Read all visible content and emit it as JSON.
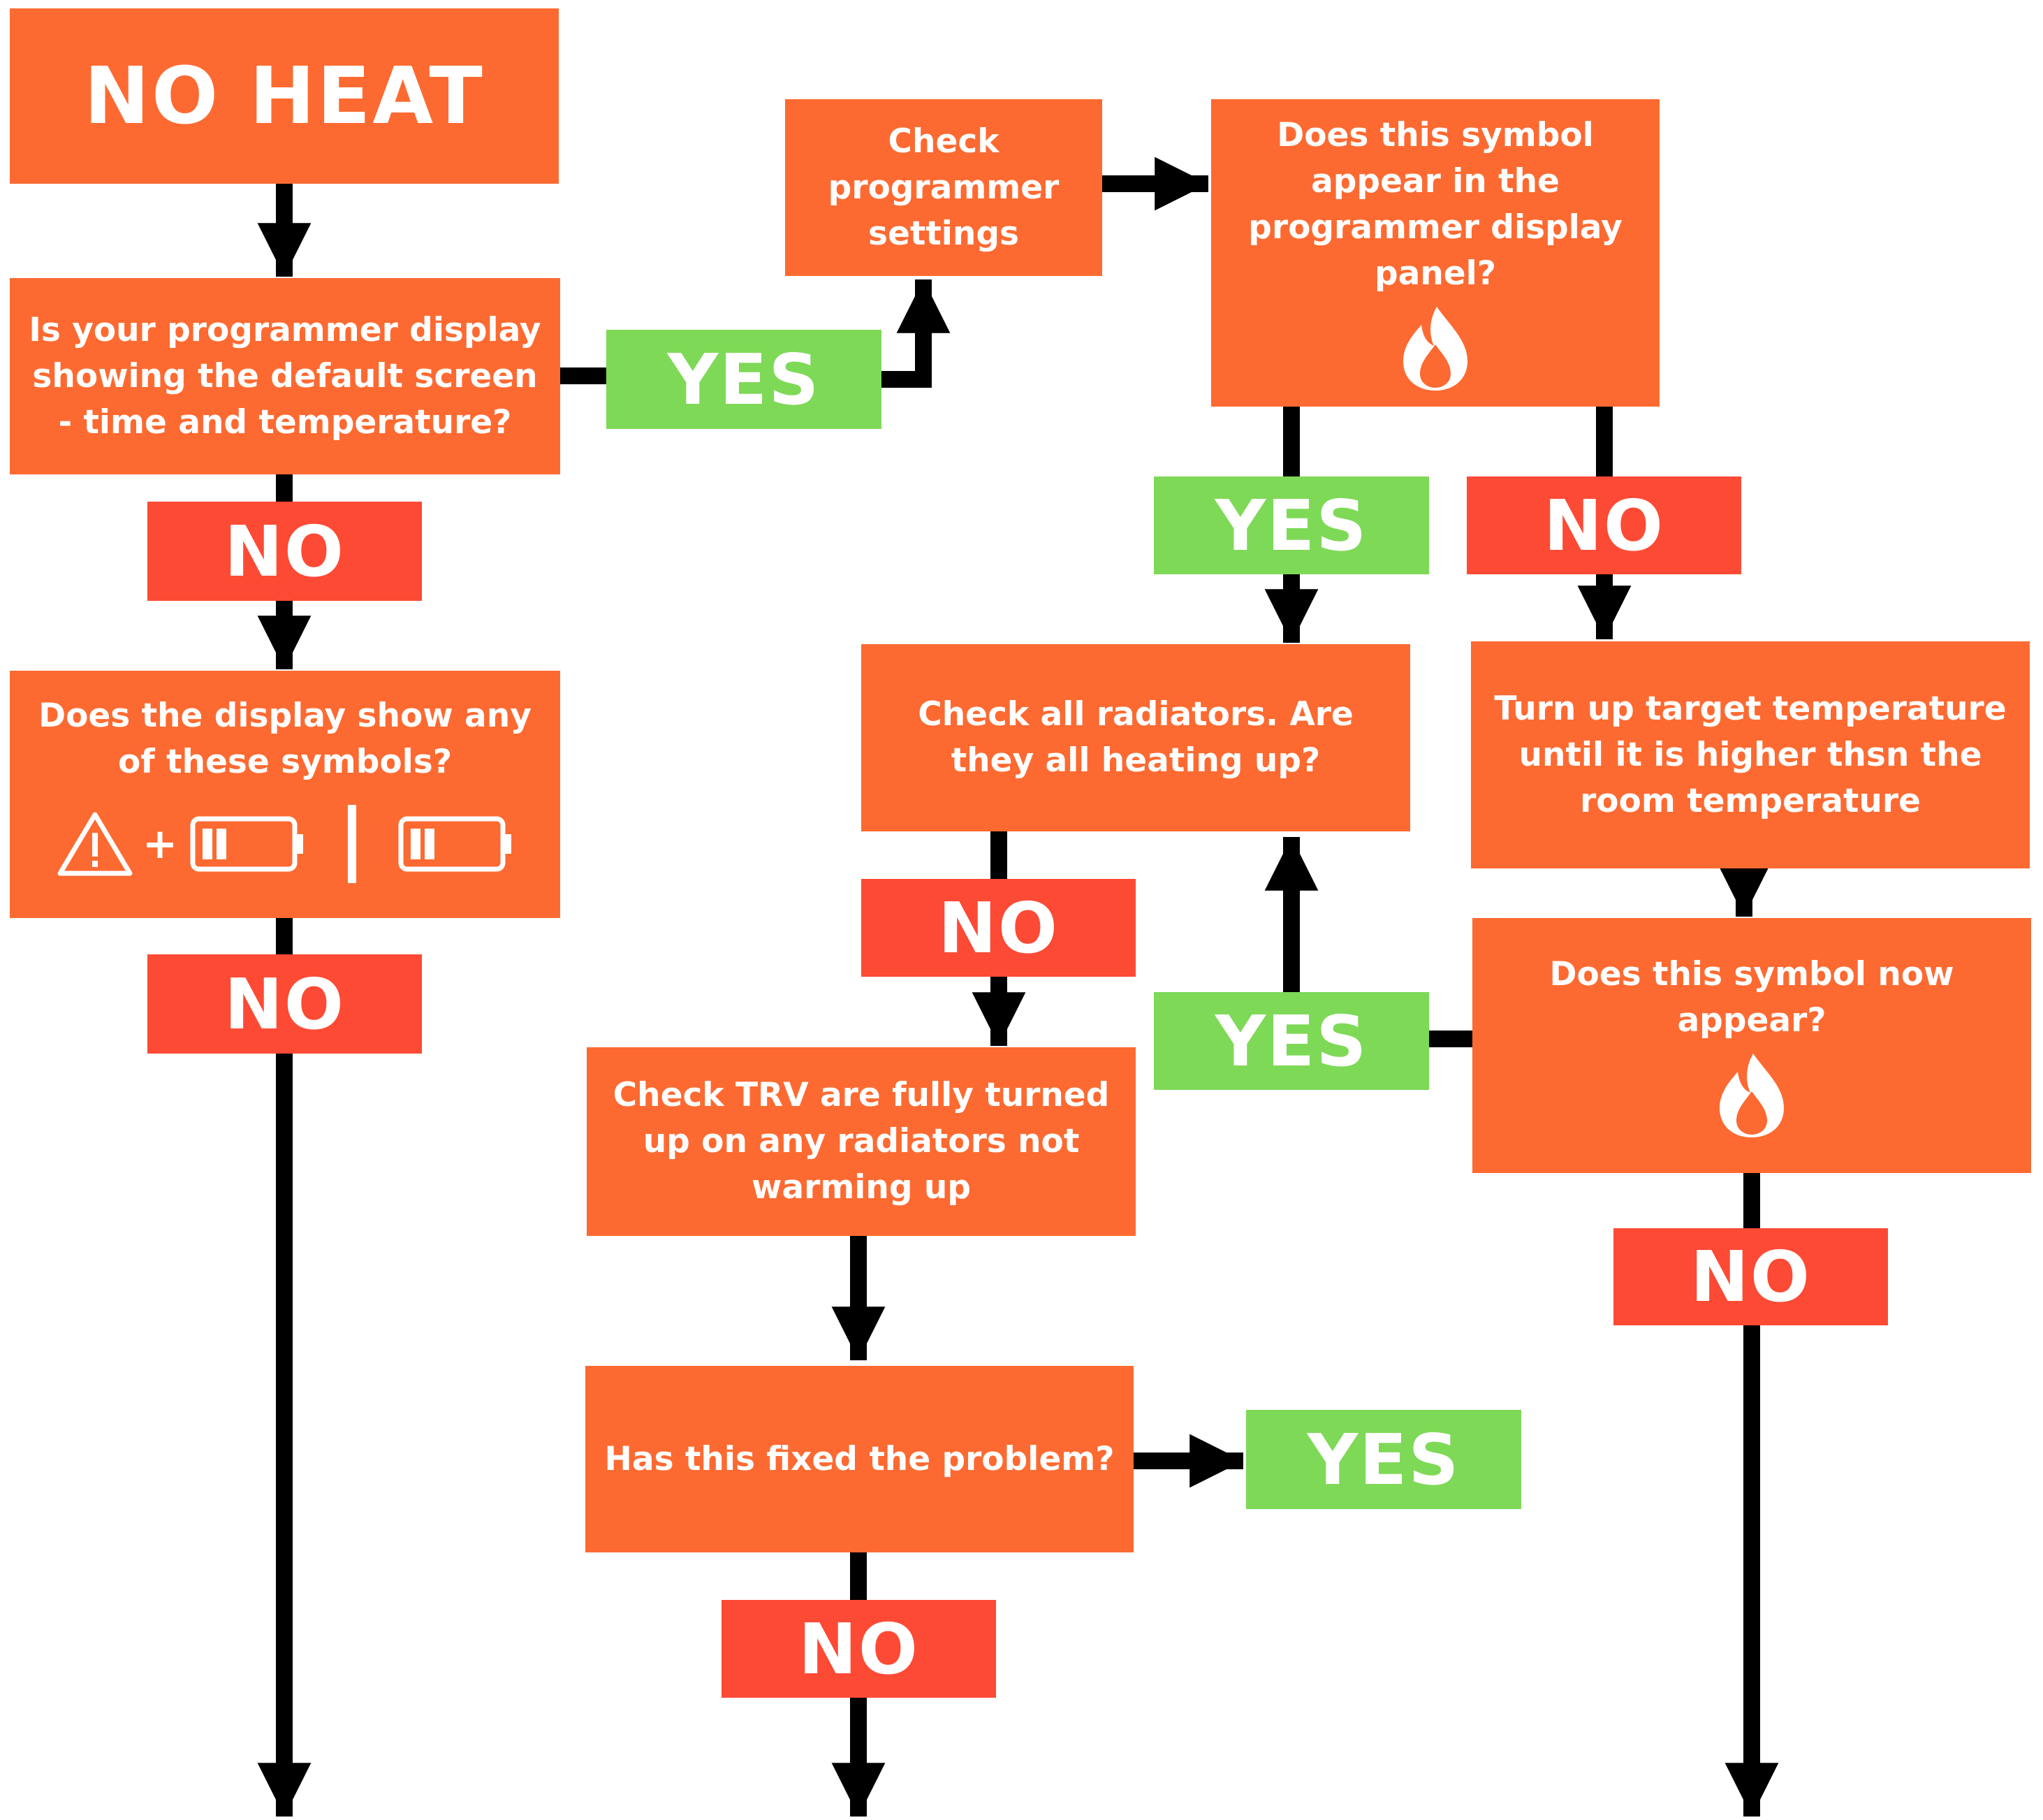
{
  "colors": {
    "step_box": "#fd6a31",
    "yes_box": "#7ed957",
    "no_box": "#fd4a35",
    "text": "#ffffff",
    "arrow": "#000000"
  },
  "title": "NO HEAT",
  "steps": {
    "default_screen": "Is your programmer display showing the default screen - time and temperature?",
    "display_symbols": "Does the display show any of these symbols?",
    "check_programmer": "Check programmer settings",
    "symbol_appear": "Does this symbol appear in the programmer display panel?",
    "check_radiators": "Check all radiators. Are they all heating up?",
    "turn_up_target": "Turn up target temperature until it is higher thsn the room temperature",
    "symbol_now_appear": "Does this symbol now appear?",
    "check_trv": "Check TRV are fully turned up on any radiators not warming up",
    "fixed_problem": "Has this fixed the problem?"
  },
  "symbols": {
    "warning": "warning-triangle-icon",
    "plus": "+",
    "battery": "battery-icon",
    "flame": "flame-icon"
  },
  "labels": {
    "yes": "YES",
    "no": "NO"
  }
}
